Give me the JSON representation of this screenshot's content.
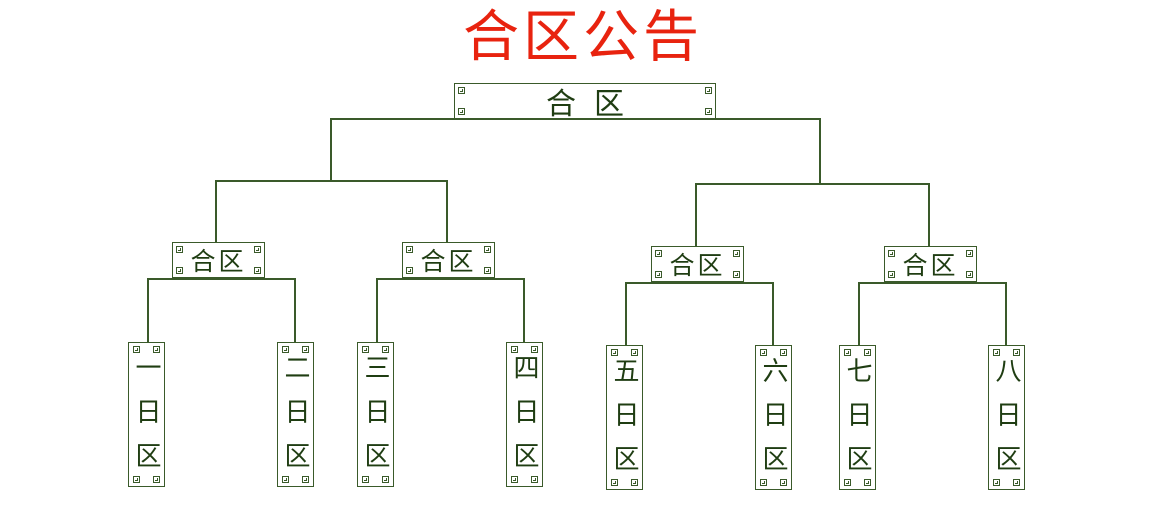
{
  "title": "合区公告",
  "root": {
    "label": "合区"
  },
  "groups": [
    {
      "label": "合区",
      "children": [
        "一日区",
        "二日区"
      ]
    },
    {
      "label": "合区",
      "children": [
        "三日区",
        "四日区"
      ]
    },
    {
      "label": "合区",
      "children": [
        "五日区",
        "六日区"
      ]
    },
    {
      "label": "合区",
      "children": [
        "七日区",
        "八日区"
      ]
    }
  ],
  "colors": {
    "title": "#e8230f",
    "line": "#3a5a2a",
    "text": "#1f3d12"
  }
}
